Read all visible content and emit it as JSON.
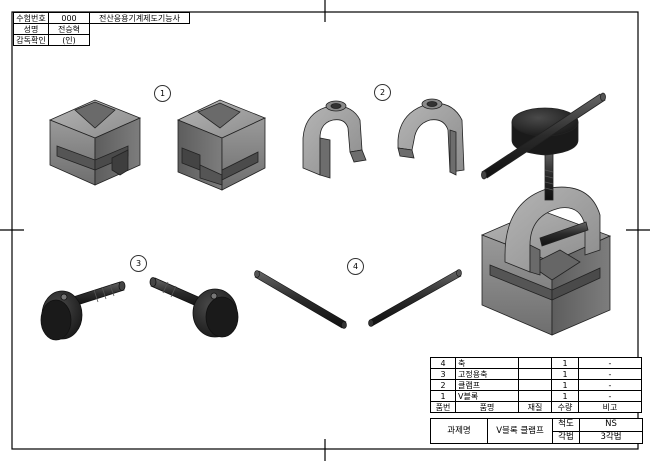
{
  "id_block": {
    "label_exam_no": "수험번호",
    "exam_no": "000",
    "exam_title": "전산응용기계제도기능사",
    "label_name": "성명",
    "name": "전승혁",
    "label_supervisor": "감독확인",
    "supervisor_mark": "(인)"
  },
  "callouts": [
    "1",
    "2",
    "3",
    "4"
  ],
  "parts_list": {
    "rows": [
      {
        "no": "4",
        "name": "축",
        "material": "",
        "qty": "1",
        "note": "-"
      },
      {
        "no": "3",
        "name": "고정용축",
        "material": "",
        "qty": "1",
        "note": "-"
      },
      {
        "no": "2",
        "name": "클램프",
        "material": "",
        "qty": "1",
        "note": "-"
      },
      {
        "no": "1",
        "name": "V블록",
        "material": "",
        "qty": "1",
        "note": "-"
      }
    ],
    "headers": {
      "no": "품번",
      "name": "품명",
      "material": "재질",
      "qty": "수량",
      "note": "비고"
    }
  },
  "title_block": {
    "label_subject": "과제명",
    "subject": "V블록 클램프",
    "label_scale": "척도",
    "scale": "NS",
    "label_projection": "각법",
    "projection": "3각법"
  }
}
